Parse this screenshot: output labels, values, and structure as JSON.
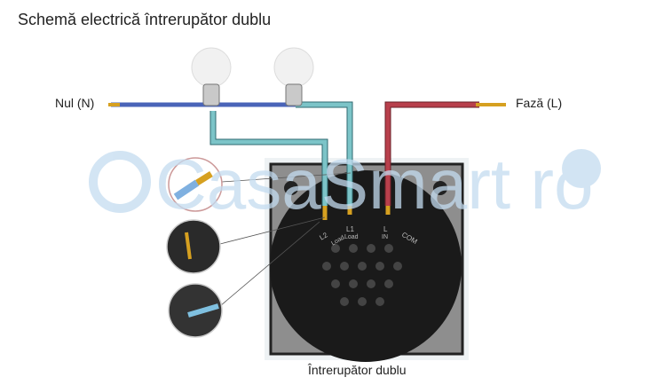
{
  "title": "Schemă electrică întrerupător dublu",
  "labels": {
    "neutral": "Nul (N)",
    "phase": "Fază (L)",
    "switch": "Întrerupător dublu"
  },
  "terminals": [
    "L2",
    "L1",
    "L",
    "COM"
  ],
  "terminal_sub": [
    "Load",
    "Load",
    "IN",
    ""
  ],
  "watermark": "CasaSmart ro",
  "colors": {
    "neutral_wire": "#4a64b8",
    "load_wire": "#7cc4c8",
    "phase_wire": "#b8404c",
    "copper": "#d6a020",
    "plate": "#8e8e8e",
    "module": "#1a1a1a",
    "watermark": "#dbeaf6"
  }
}
